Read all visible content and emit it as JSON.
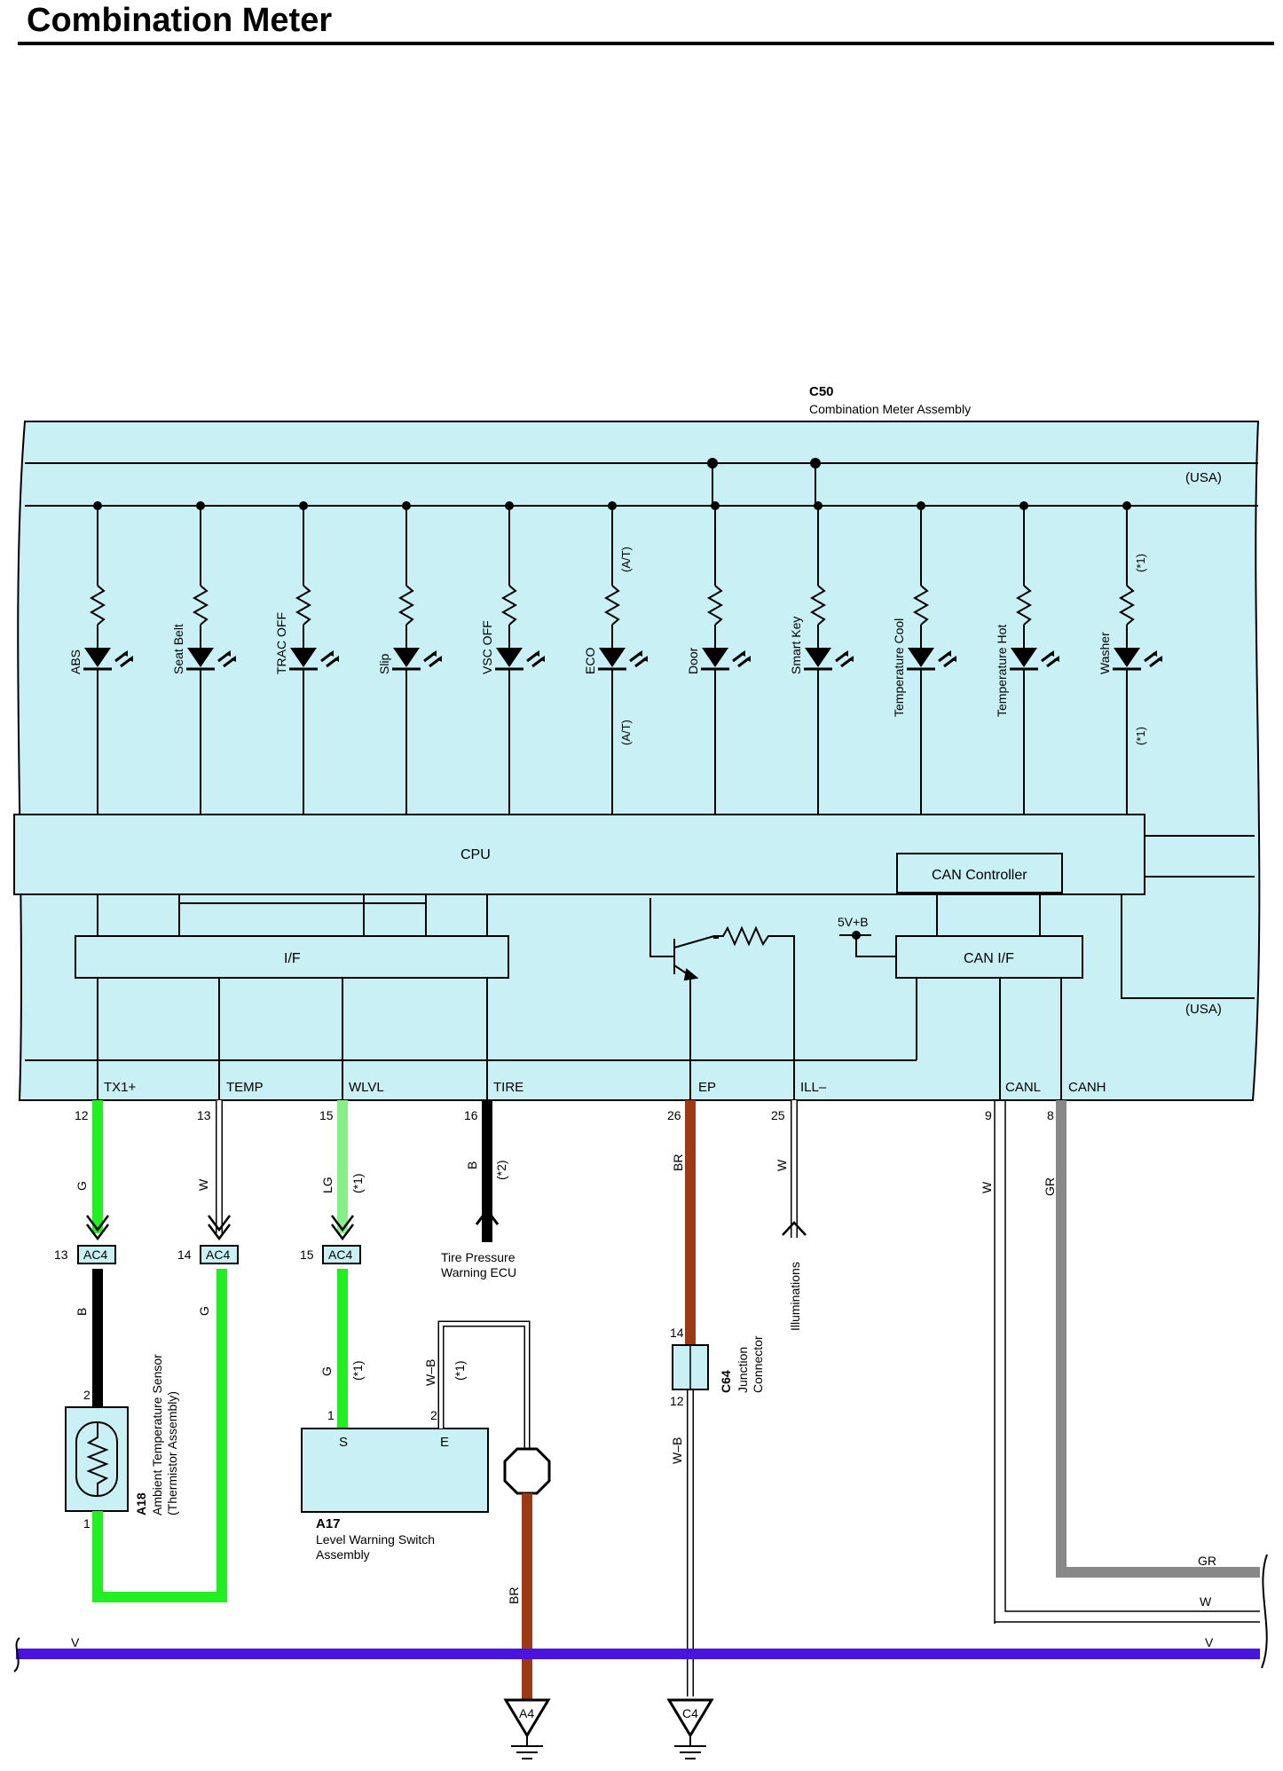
{
  "title": "Combination Meter",
  "meter": {
    "code": "C50",
    "name": "Combination Meter Assembly",
    "usa_top": "(USA)",
    "usa_bottom": "(USA)",
    "cpu": "CPU",
    "can_controller": "CAN Controller",
    "if_block": "I/F",
    "can_if": "CAN I/F",
    "supply": "5V+B"
  },
  "lamps": [
    {
      "label": "ABS"
    },
    {
      "label": "Seat Belt"
    },
    {
      "label": "TRAC OFF"
    },
    {
      "label": "Slip"
    },
    {
      "label": "VSC OFF"
    },
    {
      "label": "ECO",
      "note_top": "(A/T)",
      "note_bottom": "(A/T)"
    },
    {
      "label": "Door"
    },
    {
      "label": "Smart Key"
    },
    {
      "label": "Temperature Cool"
    },
    {
      "label": "Temperature Hot"
    },
    {
      "label": "Washer",
      "note_top": "(*1)",
      "note_bottom": "(*1)"
    }
  ],
  "terminals": [
    {
      "name": "TX1+",
      "pin": "12",
      "wire": "G"
    },
    {
      "name": "TEMP",
      "pin": "13",
      "wire": "W"
    },
    {
      "name": "WLVL",
      "pin": "15",
      "wire": "LG",
      "note": "(*1)"
    },
    {
      "name": "TIRE",
      "pin": "16",
      "wire": "B",
      "note": "(*2)"
    },
    {
      "name": "EP",
      "pin": "26",
      "wire": "BR"
    },
    {
      "name": "ILL–",
      "pin": "25",
      "wire": "W"
    },
    {
      "name": "CANL",
      "pin": "9",
      "wire": "W"
    },
    {
      "name": "CANH",
      "pin": "8",
      "wire": "GR"
    }
  ],
  "connectors": [
    {
      "code": "AC4",
      "pin": "13",
      "wire": "B"
    },
    {
      "code": "AC4",
      "pin": "14",
      "wire": "G"
    },
    {
      "code": "AC4",
      "pin": "15",
      "wire": "G",
      "note": "(*1)"
    }
  ],
  "tire_ecu": [
    "Tire Pressure",
    "Warning ECU"
  ],
  "illuminations": "Illuminations",
  "sensor": {
    "code": "A18",
    "name": "Ambient Temperature Sensor",
    "sub": "(Thermistor Assembly)",
    "pin_top": "2",
    "pin_bottom": "1"
  },
  "switch": {
    "code": "A17",
    "name_line1": "Level Warning Switch",
    "name_line2": "Assembly",
    "pin_s": "1",
    "pin_e": "2",
    "label_s": "S",
    "label_e": "E",
    "wire_e": "W–B",
    "note_e": "(*1)"
  },
  "switch_ground_wire": "BR",
  "junction": {
    "code": "C64",
    "name_line1": "Junction",
    "name_line2": "Connector",
    "pin_top": "14",
    "pin_bottom": "12",
    "wire_bottom": "W–B"
  },
  "grounds": [
    "A4",
    "C4"
  ],
  "bus": {
    "v_left": "V",
    "v_right": "V",
    "w_right": "W",
    "gr_right": "GR"
  },
  "colors": {
    "fill": "#c9f0f5",
    "green": "#22ee22",
    "light_green": "#88ee88",
    "brown": "#9b3a14",
    "gray": "#888888",
    "violet": "#4a14e0"
  }
}
